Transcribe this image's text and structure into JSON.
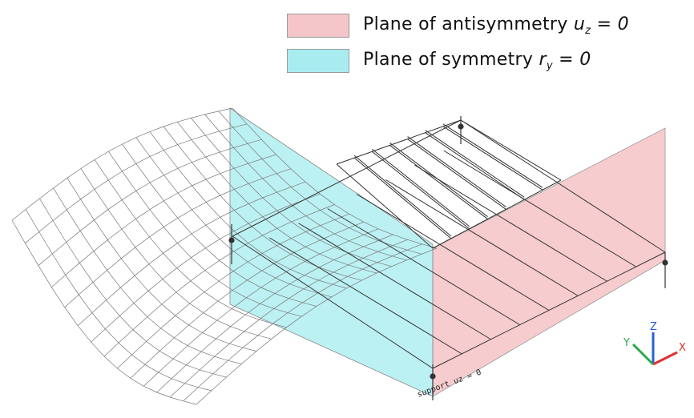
{
  "legend": {
    "antisymmetry": {
      "label_prefix": "Plane of antisymmetry ",
      "var": "u",
      "sub": "z",
      "suffix": " = ",
      "value": "0",
      "color": "#f5c6c9"
    },
    "symmetry": {
      "label_prefix": "Plane of symmetry ",
      "var": "r",
      "sub": "y",
      "suffix": " = ",
      "value": "0",
      "color": "#a8ecf0"
    }
  },
  "annotations": {
    "support_label": "support uz = 0"
  },
  "axes": {
    "x_label": "X",
    "y_label": "Y",
    "z_label": "Z",
    "x_color": "#e03030",
    "y_color": "#2aa84a",
    "z_color": "#2a5fd8"
  }
}
